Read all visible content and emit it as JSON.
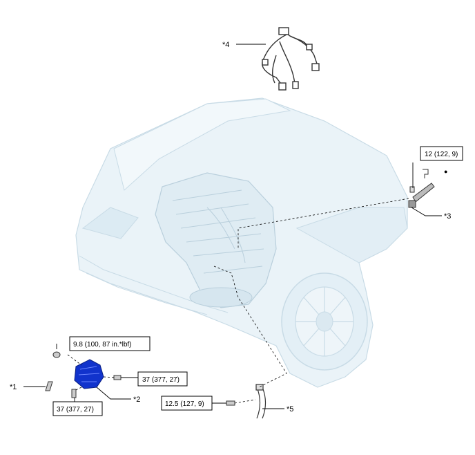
{
  "callouts": {
    "c1": "*1",
    "c2": "*2",
    "c3": "*3",
    "c4": "*4",
    "c5": "*5"
  },
  "torque_boxes": {
    "t_top_right": "12 (122, 9)",
    "t_starter_top": "9.8 (100, 87 in.*lbf)",
    "t_starter_right": "37 (377, 27)",
    "t_starter_bottom": "37 (377, 27)",
    "t_bottom_mid": "12.5 (127, 9)"
  },
  "symbols": {
    "reuse_mark": "●"
  },
  "colors": {
    "car_fill": "#eaf3f8",
    "car_stroke": "#c8dbe6",
    "starter_blue": "#1133cc",
    "line": "#000000"
  }
}
